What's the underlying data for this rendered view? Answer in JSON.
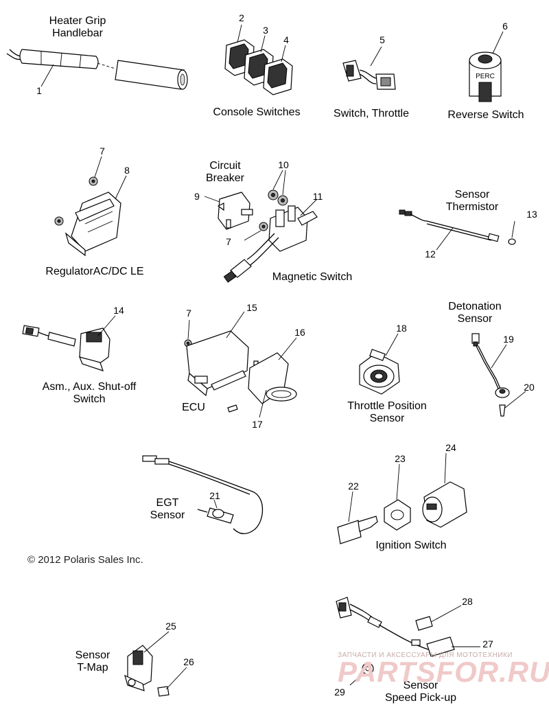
{
  "groups": {
    "heater_grip": "Heater Grip\nHandlebar",
    "console_switches": "Console Switches",
    "switch_throttle": "Switch, Throttle",
    "reverse_switch": "Reverse Switch",
    "regulator": "RegulatorAC/DC LE",
    "circuit_breaker": "Circuit\nBreaker",
    "magnetic_switch": "Magnetic Switch",
    "sensor_thermistor": "Sensor\nThermistor",
    "aux_shutoff": "Asm., Aux. Shut-off\nSwitch",
    "ecu": "ECU",
    "detonation_sensor": "Detonation\nSensor",
    "throttle_position_sensor": "Throttle Position\nSensor",
    "egt_sensor": "EGT\nSensor",
    "ignition_switch": "Ignition Switch",
    "sensor_tmap": "Sensor\nT-Map",
    "sensor_speed_pickup": "Sensor\nSpeed Pick-up"
  },
  "callouts": {
    "n1": "1",
    "n2": "2",
    "n3": "3",
    "n4": "4",
    "n5": "5",
    "n6": "6",
    "n7a": "7",
    "n7b": "7",
    "n7c": "7",
    "n8": "8",
    "n9": "9",
    "n10": "10",
    "n11": "11",
    "n12": "12",
    "n13": "13",
    "n14": "14",
    "n15": "15",
    "n16": "16",
    "n17": "17",
    "n18": "18",
    "n19": "19",
    "n20": "20",
    "n21": "21",
    "n22": "22",
    "n23": "23",
    "n24": "24",
    "n25": "25",
    "n26": "26",
    "n27": "27",
    "n28": "28",
    "n29": "29"
  },
  "part_text": {
    "perc": "PERC"
  },
  "copyright": "© 2012 Polaris Sales Inc.",
  "watermark": {
    "line1": "ЗАПЧАСТИ И АКСЕССУАРЫ ДЛЯ МОТОТЕХНИКИ",
    "line2": "PARTSFOR.RU"
  }
}
